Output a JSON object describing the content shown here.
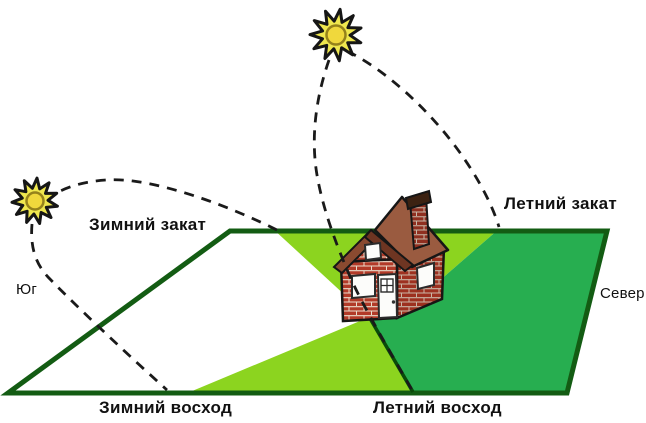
{
  "labels": {
    "winter_sunset": "Зимний закат",
    "summer_sunset": "Летний закат",
    "south": "Юг",
    "north": "Север",
    "winter_sunrise": "Зимний восход",
    "summer_sunrise": "Летний восход"
  },
  "colors": {
    "background": "#FFFFFF",
    "plot_light_green": "#8CD41F",
    "plot_medium_green": "#27AE50",
    "plot_border_dark_green": "#135C13",
    "sunrise_line_dark_green": "#0A4A0A",
    "line_black": "#1A1A1A",
    "sun_yellow": "#EFE74E",
    "sun_core_yellow": "#F0D83C",
    "sun_ring_olive": "#95821B",
    "house_brick_red": "#B23A28",
    "house_roof_brown": "#9A5B40"
  },
  "icons": {
    "winter_sun": "sun-icon",
    "summer_sun": "sun-icon",
    "house": "house-icon"
  }
}
